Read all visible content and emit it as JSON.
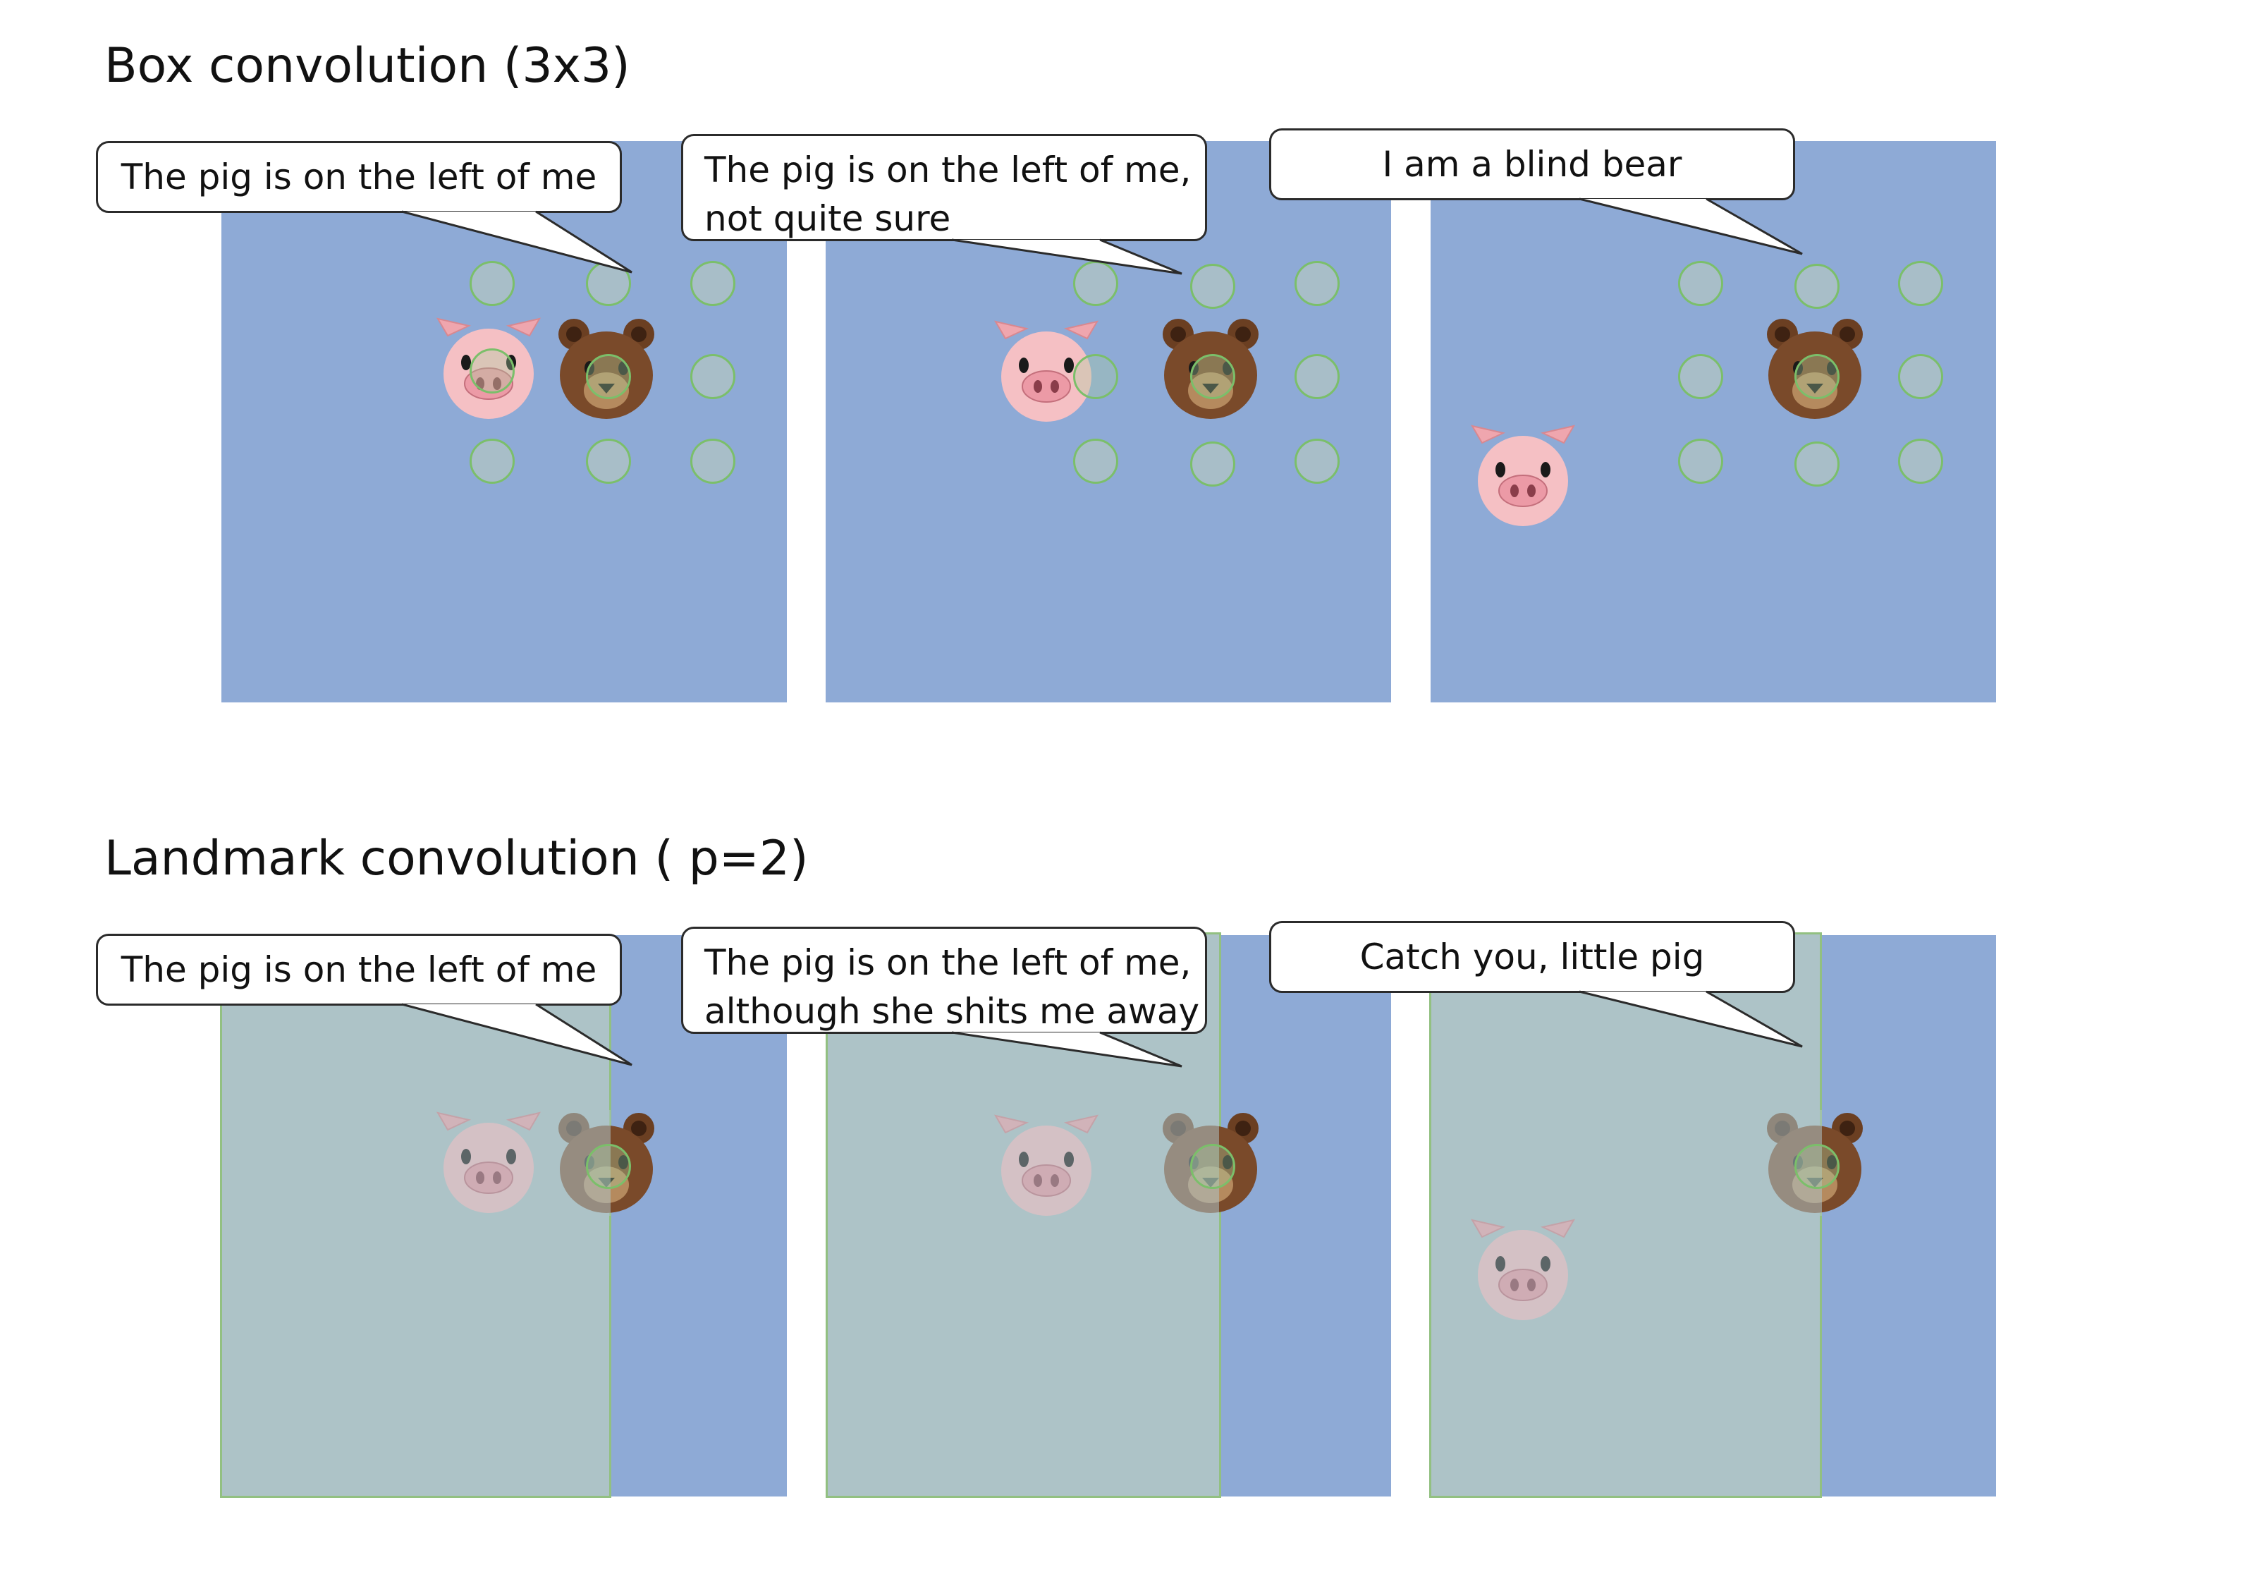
{
  "sections": [
    {
      "title": "Box convolution (3x3)",
      "bubbles": [
        {
          "lines": [
            "The pig is on the left of  me"
          ]
        },
        {
          "lines": [
            "The pig is on the left of  me,",
            "not quite sure"
          ]
        },
        {
          "lines": [
            "I am a blind bear"
          ]
        }
      ]
    },
    {
      "title": "Landmark convolution ( p=2)",
      "bubbles": [
        {
          "lines": [
            "The pig is on the left of  me"
          ]
        },
        {
          "lines": [
            "The pig is on the left of  me,",
            "although she shits me away"
          ]
        },
        {
          "lines": [
            "Catch you, little pig"
          ]
        }
      ]
    }
  ],
  "colors": {
    "panel": "#8eaad6",
    "landmark_region": "#adc3c7",
    "sample_point": "#7bbf6a",
    "pig": "#f4c2c2",
    "bear": "#7a4a2a"
  },
  "icons": [
    "pig-face-icon",
    "bear-face-icon",
    "sample-point-icon",
    "speech-bubble"
  ]
}
